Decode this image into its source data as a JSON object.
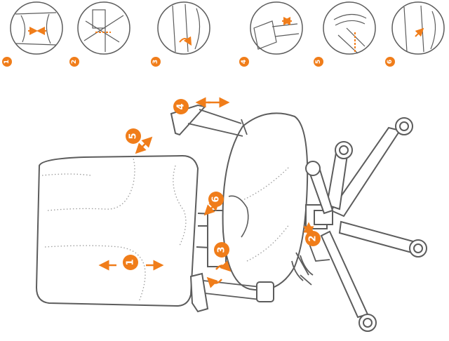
{
  "colors": {
    "accent": "#f07d1a",
    "line": "#5c5c5c",
    "light_line": "#9a9a9a",
    "background": "#ffffff"
  },
  "thumbnails": [
    {
      "number": "1",
      "icon": "backrest-width-detail"
    },
    {
      "number": "2",
      "icon": "seat-height-lever-detail"
    },
    {
      "number": "3",
      "icon": "tilt-knob-detail"
    },
    {
      "number": "4",
      "icon": "armrest-slide-detail"
    },
    {
      "number": "5",
      "icon": "headrest-tilt-detail"
    },
    {
      "number": "6",
      "icon": "backrest-height-detail"
    }
  ],
  "callouts": [
    {
      "number": "1",
      "label": "backrest-width"
    },
    {
      "number": "2",
      "label": "seat-height"
    },
    {
      "number": "3",
      "label": "tilt-tension"
    },
    {
      "number": "4",
      "label": "armrest-position"
    },
    {
      "number": "5",
      "label": "backrest-angle"
    },
    {
      "number": "6",
      "label": "backrest-height"
    }
  ]
}
